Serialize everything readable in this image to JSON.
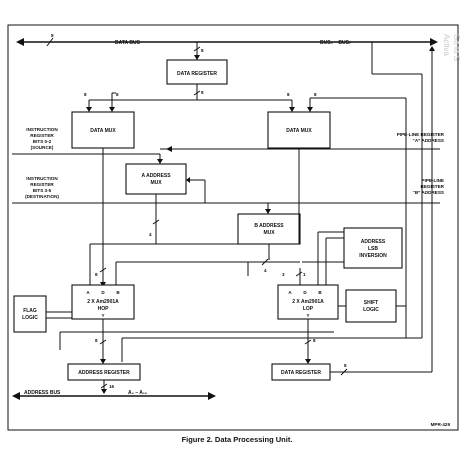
{
  "watermark": {
    "line1": "Activa",
    "line2": "Go to S"
  },
  "buses": {
    "data_bus": {
      "label": "DATA BUS",
      "range": "BUS₀ – BUS₇",
      "width": "8"
    },
    "address_bus": {
      "label": "ADDRESS BUS",
      "range": "A₀ – A₁₅",
      "width": "16"
    }
  },
  "blocks": {
    "data_register_top": "DATA REGISTER",
    "data_mux_left": "DATA MUX",
    "data_mux_right": "DATA MUX",
    "a_address_mux": [
      "A ADDRESS",
      "MUX"
    ],
    "b_address_mux": [
      "B ADDRESS",
      "MUX"
    ],
    "address_lsb_inversion": [
      "ADDRESS",
      "LSB",
      "INVERSION"
    ],
    "hop": {
      "ports": [
        "A",
        "D",
        "B"
      ],
      "lines": [
        "2 X Am2901A",
        "HOP"
      ],
      "y": "Y"
    },
    "lop": {
      "ports": [
        "A",
        "D",
        "B"
      ],
      "lines": [
        "2 X Am2901A",
        "LOP"
      ],
      "y": "Y"
    },
    "flag_logic": [
      "FLAG",
      "LOGIC"
    ],
    "shift_logic": [
      "SHIFT",
      "LOGIC"
    ],
    "address_register": "ADDRESS REGISTER",
    "data_register_bottom": "DATA REGISTER"
  },
  "side_labels": {
    "left_source": [
      "INSTRUCTION",
      "REGISTER",
      "BITS 0-2",
      "(SOURCE)"
    ],
    "left_destination": [
      "INSTRUCTION",
      "REGISTER",
      "BITS 3-5",
      "(DESTINATION)"
    ],
    "right_a": [
      "PIPE-LINE REGISTER",
      "“A” ADDRESS"
    ],
    "right_b": [
      "PIPE-LINE",
      "REGISTER",
      "“B” ADDRESS"
    ]
  },
  "bus_widths": {
    "n8": "8",
    "n4": "4",
    "n3": "3",
    "n1": "1"
  },
  "ref_code": "MPR-429",
  "caption": "Figure 2. Data Processing Unit."
}
